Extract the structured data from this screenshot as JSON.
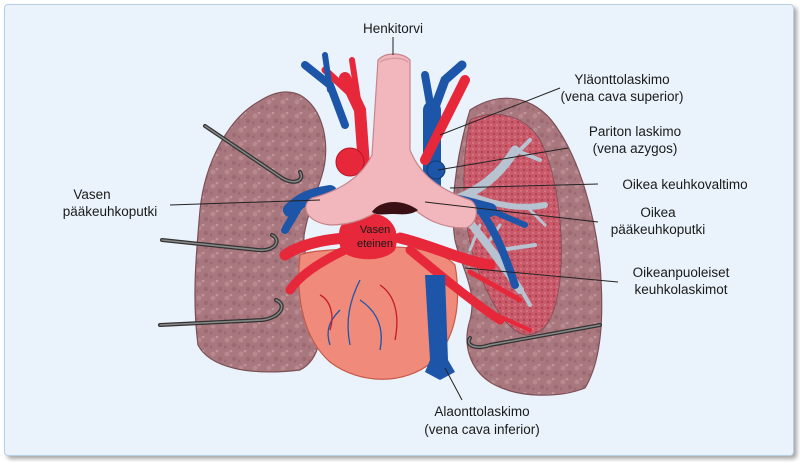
{
  "labels": {
    "trachea": "Henkitorvi",
    "svc_1": "Yläonttolaskimo",
    "svc_2": "(vena cava superior)",
    "azygos_1": "Pariton laskimo",
    "azygos_2": "(vena azygos)",
    "right_pa": "Oikea keuhkovaltimo",
    "right_bronchus_1": "Oikea",
    "right_bronchus_2": "pääkeuhkoputki",
    "right_pv_1": "Oikeanpuoleiset",
    "right_pv_2": "keuhkolaskimot",
    "left_bronchus_1": "Vasen",
    "left_bronchus_2": "pääkeuhkoputki",
    "left_atrium_1": "Vasen",
    "left_atrium_2": "eteinen",
    "ivc_1": "Alaonttolaskimo",
    "ivc_2": "(vena cava inferior)"
  },
  "colors": {
    "background": "#eaf3fb",
    "lung": "#a9787f",
    "heart": "#f08a7a",
    "artery": "#e6283a",
    "vein": "#1d56a8",
    "trachea": "#f2b7bd",
    "bronchus_grey": "#b8c3d2"
  }
}
